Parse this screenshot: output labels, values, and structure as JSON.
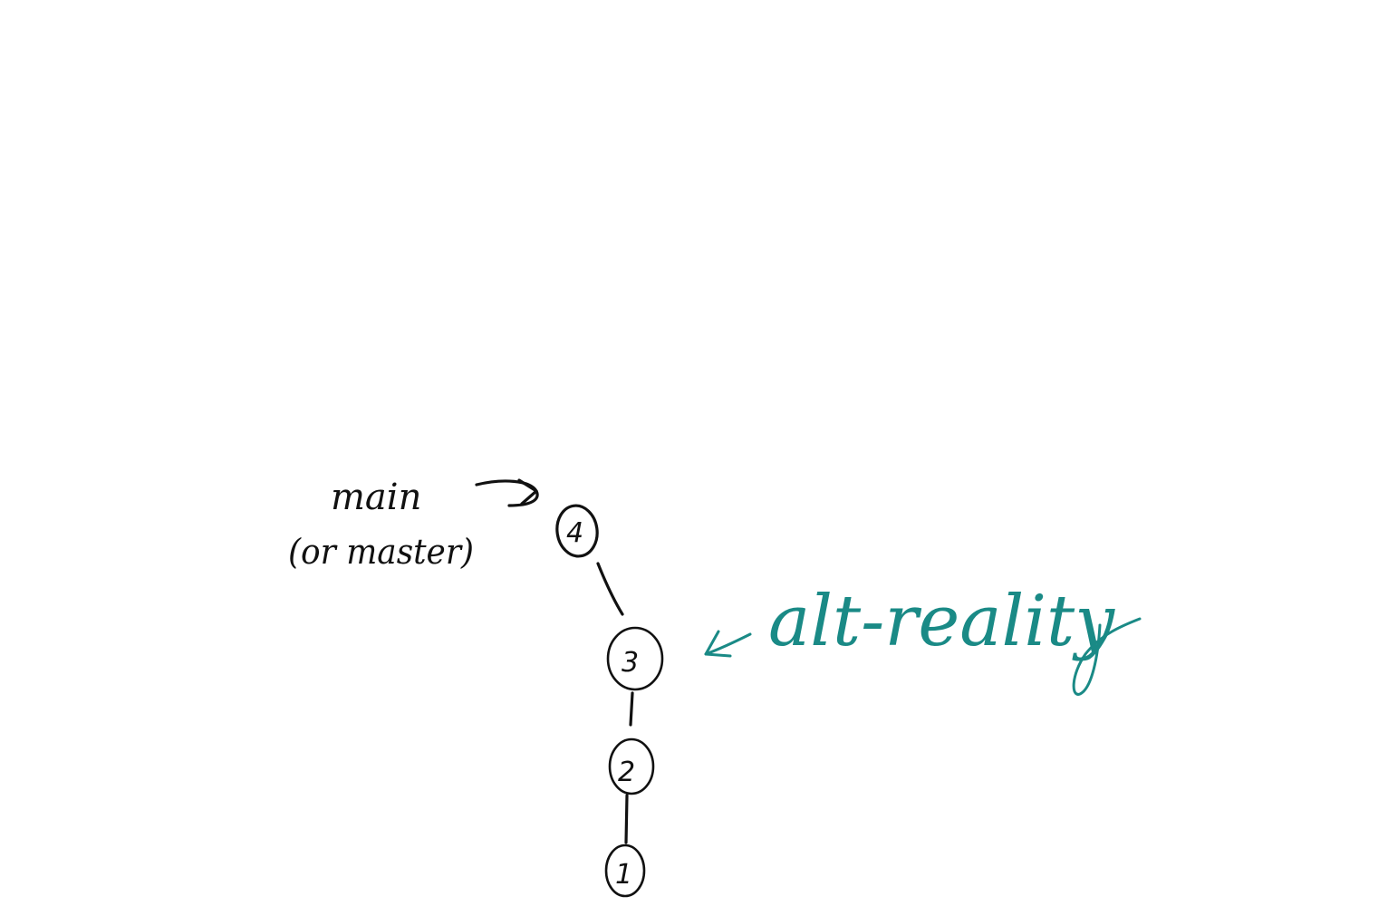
{
  "diagram": {
    "commits": [
      {
        "label": "4"
      },
      {
        "label": "3"
      },
      {
        "label": "2"
      },
      {
        "label": "1"
      }
    ],
    "branch_label": {
      "line1": "main",
      "line2": "(or master)"
    },
    "annotation": {
      "text": "alt-reality"
    }
  },
  "colors": {
    "ink": "#111111",
    "annotation": "#1a8a86",
    "background": "#ffffff"
  },
  "icons": {
    "branch_pointer": "curved-arrow-icon",
    "annotation_pointer": "arrow-left-icon"
  }
}
